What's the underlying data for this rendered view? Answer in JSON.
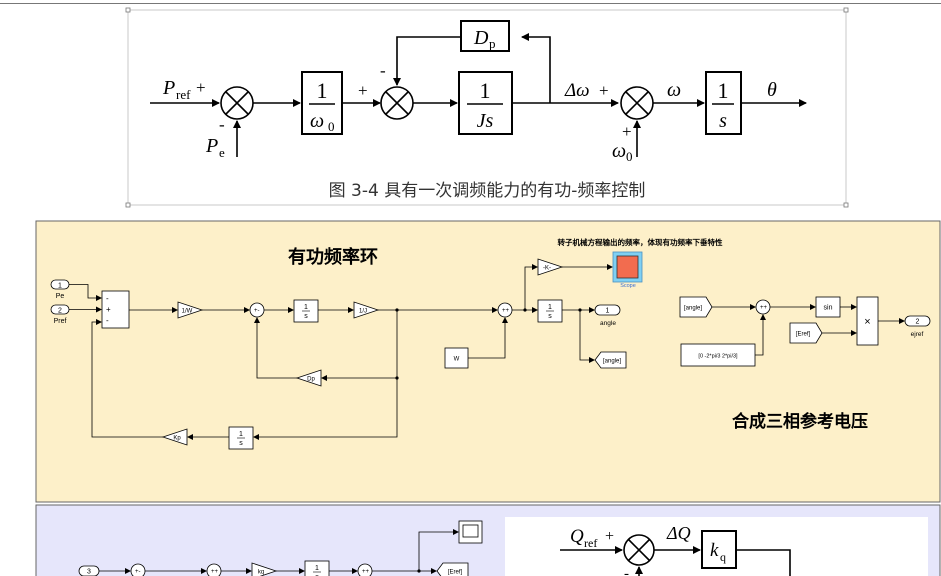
{
  "figure": {
    "caption": "图 3-4  具有一次调频能力的有功-频率控制",
    "pref_label": "P",
    "pref_sub": "ref",
    "plus": "+",
    "minus": "-",
    "pe_label": "P",
    "pe_sub": "e",
    "gain_num": "1",
    "gain_den": "ω",
    "gain_den_sub": "0",
    "dp_label": "D",
    "dp_sub": "p",
    "int_num": "1",
    "int_den": "Js",
    "delta_omega": "Δω",
    "omega": "ω",
    "omega0": "ω",
    "omega0_sub": "0",
    "s_num": "1",
    "s_den": "s",
    "theta": "θ"
  },
  "panel1": {
    "title": "有功频率环",
    "subtitle": "合成三相参考电压",
    "scope_note": "转子机械方程输出的频率，体现有功频率下垂特性",
    "ports": [
      {
        "num": "1",
        "name": "Pe"
      },
      {
        "num": "2",
        "name": "Pref"
      }
    ],
    "blocks": {
      "gain_1w": "1/W",
      "gain_1j": "1/J",
      "int_num": "1",
      "int_den": "s",
      "dp": "Dp",
      "kp": "Kp",
      "neg_k": "-K-",
      "scope": "Scope",
      "w": "W",
      "angle_out_num": "1",
      "angle_out": "angle",
      "angle_goto": "[angle]",
      "angle_from": "[angle]",
      "phase_const": "[0 -2*pi/3 2*pi/3]",
      "sin": "sin",
      "eref_from": "[Eref]",
      "mult": "×",
      "ejref_num": "2",
      "ejref": "ejref"
    }
  },
  "panel2": {
    "port3": "3",
    "kq": "kq",
    "int_num": "1",
    "int_den": "s",
    "eref_goto": "[Eref]",
    "qref_label": "Q",
    "qref_sub": "ref",
    "plus": "+",
    "delta_q": "ΔQ",
    "kq_label": "k",
    "kq_sub": "q",
    "minus": "-"
  }
}
